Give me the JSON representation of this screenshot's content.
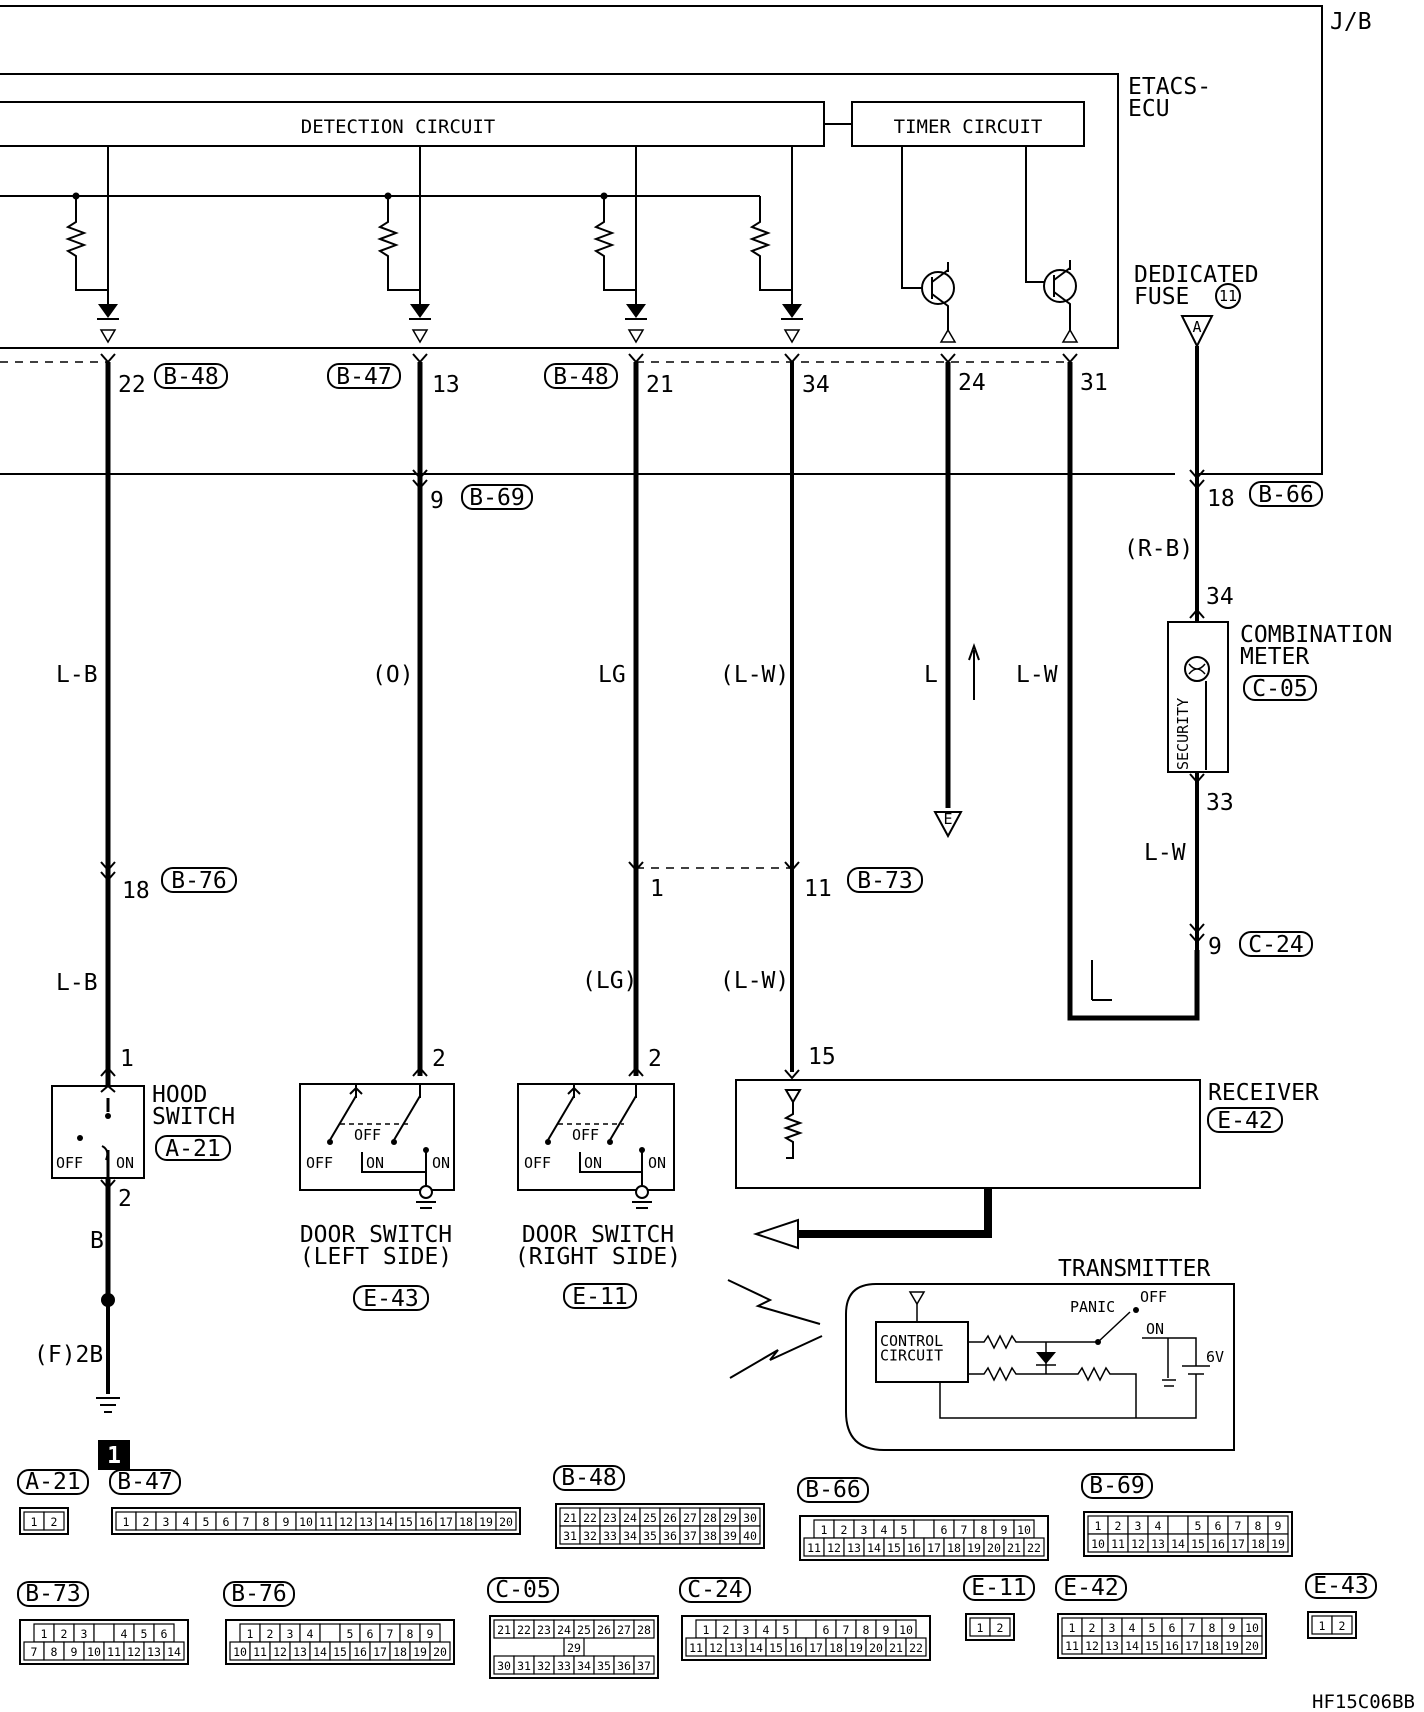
{
  "ecu": {
    "jb_label": "J/B",
    "etacs_label": "ETACS-\nECU",
    "detection_circuit": "DETECTION CIRCUIT",
    "timer_circuit": "TIMER CIRCUIT",
    "dedicated_fuse": "DEDICATED\nFUSE",
    "fuse_number": "11",
    "fuse_terminal": "A"
  },
  "wires": [
    {
      "ecu_pin": "22",
      "ecu_connector": "B-48",
      "color": "L-B"
    },
    {
      "ecu_pin": "13",
      "ecu_connector": "B-47",
      "color": "(O)",
      "jb_pin": "9",
      "jb_connector": "B-69"
    },
    {
      "ecu_pin": "21",
      "ecu_connector": "B-48",
      "color": "LG"
    },
    {
      "ecu_pin": "34",
      "color": "(L-W)"
    },
    {
      "ecu_pin": "24",
      "color": "L",
      "terminal": "E"
    },
    {
      "ecu_pin": "31",
      "color": "L-W"
    }
  ],
  "fuse_wire": {
    "jb_pin": "18",
    "jb_connector": "B-66",
    "color": "(R-B)",
    "meter_in": "34",
    "meter_out": "33",
    "color2": "L-W",
    "end_pin": "9",
    "end_connector": "C-24"
  },
  "meter": {
    "name": "COMBINATION\nMETER",
    "connector": "C-05",
    "lamp": "SECURITY"
  },
  "intermediate": {
    "b76_pin": "18",
    "b76_connector": "B-76",
    "lb_color": "L-B",
    "b73_pin_left": "1",
    "b73_pin_right": "11",
    "b73_connector": "B-73",
    "lg_color": "(LG)",
    "lw_color": "(L-W)"
  },
  "hood_switch": {
    "name": "HOOD\nSWITCH",
    "connector": "A-21",
    "pin_top": "1",
    "pin_bottom": "2",
    "off": "OFF",
    "on": "ON",
    "ground_color": "B",
    "ground_label": "(F)2B",
    "ground_number": "1"
  },
  "door_left": {
    "name": "DOOR SWITCH\n(LEFT SIDE)",
    "connector": "E-43",
    "pin": "2",
    "off": "OFF",
    "on": "ON"
  },
  "door_right": {
    "name": "DOOR SWITCH\n(RIGHT SIDE)",
    "connector": "E-11",
    "pin": "2",
    "off": "OFF",
    "on": "ON"
  },
  "receiver": {
    "name": "RECEIVER",
    "connector": "E-42",
    "pin": "15"
  },
  "transmitter": {
    "name": "TRANSMITTER",
    "control": "CONTROL\nCIRCUIT",
    "panic": "PANIC",
    "off": "OFF",
    "on": "ON",
    "battery": "6V"
  },
  "connectors": [
    {
      "id": "A-21",
      "rows": [
        [
          "1",
          "2"
        ]
      ]
    },
    {
      "id": "B-47",
      "rows": [
        [
          "1",
          "2",
          "3",
          "4",
          "5",
          "6",
          "7",
          "8",
          "9",
          "10",
          "11",
          "12",
          "13",
          "14",
          "15",
          "16",
          "17",
          "18",
          "19",
          "20"
        ]
      ]
    },
    {
      "id": "B-48",
      "rows": [
        [
          "21",
          "22",
          "23",
          "24",
          "25",
          "26",
          "27",
          "28",
          "29",
          "30"
        ],
        [
          "31",
          "32",
          "33",
          "34",
          "35",
          "36",
          "37",
          "38",
          "39",
          "40"
        ]
      ]
    },
    {
      "id": "B-66",
      "rows": [
        [
          "1",
          "2",
          "3",
          "4",
          "5",
          "",
          "6",
          "7",
          "8",
          "9",
          "10"
        ],
        [
          "11",
          "12",
          "13",
          "14",
          "15",
          "16",
          "17",
          "18",
          "19",
          "20",
          "21",
          "22"
        ]
      ]
    },
    {
      "id": "B-69",
      "rows": [
        [
          "1",
          "2",
          "3",
          "4",
          "",
          "5",
          "6",
          "7",
          "8",
          "9"
        ],
        [
          "10",
          "11",
          "12",
          "13",
          "14",
          "15",
          "16",
          "17",
          "18",
          "19"
        ]
      ]
    },
    {
      "id": "B-73",
      "rows": [
        [
          "1",
          "2",
          "3",
          "",
          "4",
          "5",
          "6"
        ],
        [
          "7",
          "8",
          "9",
          "10",
          "11",
          "12",
          "13",
          "14"
        ]
      ]
    },
    {
      "id": "B-76",
      "rows": [
        [
          "1",
          "2",
          "3",
          "4",
          "",
          "5",
          "6",
          "7",
          "8",
          "9"
        ],
        [
          "10",
          "11",
          "12",
          "13",
          "14",
          "15",
          "16",
          "17",
          "18",
          "19",
          "20"
        ]
      ]
    },
    {
      "id": "C-05",
      "rows": [
        [
          "21",
          "22",
          "23",
          "24",
          "25",
          "26",
          "27",
          "28"
        ],
        [
          "29"
        ],
        [
          "30",
          "31",
          "32",
          "33",
          "34",
          "35",
          "36",
          "37"
        ]
      ]
    },
    {
      "id": "C-24",
      "rows": [
        [
          "1",
          "2",
          "3",
          "4",
          "5",
          "",
          "6",
          "7",
          "8",
          "9",
          "10"
        ],
        [
          "11",
          "12",
          "13",
          "14",
          "15",
          "16",
          "17",
          "18",
          "19",
          "20",
          "21",
          "22"
        ]
      ]
    },
    {
      "id": "E-11",
      "rows": [
        [
          "1",
          "2"
        ]
      ]
    },
    {
      "id": "E-42",
      "rows": [
        [
          "1",
          "2",
          "3",
          "4",
          "5",
          "6",
          "7",
          "8",
          "9",
          "10"
        ],
        [
          "11",
          "12",
          "13",
          "14",
          "15",
          "16",
          "17",
          "18",
          "19",
          "20"
        ]
      ]
    },
    {
      "id": "E-43",
      "rows": [
        [
          "1",
          "2"
        ]
      ]
    }
  ],
  "drawing_code": "HF15C06BB"
}
